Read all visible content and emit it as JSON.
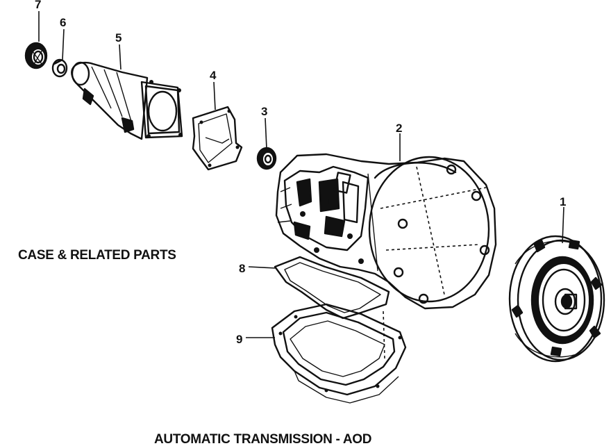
{
  "callouts": [
    {
      "id": "1",
      "text": "1"
    },
    {
      "id": "2",
      "text": "2"
    },
    {
      "id": "3",
      "text": "3"
    },
    {
      "id": "4",
      "text": "4"
    },
    {
      "id": "5",
      "text": "5"
    },
    {
      "id": "6",
      "text": "6"
    },
    {
      "id": "7",
      "text": "7"
    },
    {
      "id": "8",
      "text": "8"
    },
    {
      "id": "9",
      "text": "9"
    }
  ],
  "section_label": "CASE & RELATED PARTS",
  "title": "AUTOMATIC TRANSMISSION - AOD"
}
